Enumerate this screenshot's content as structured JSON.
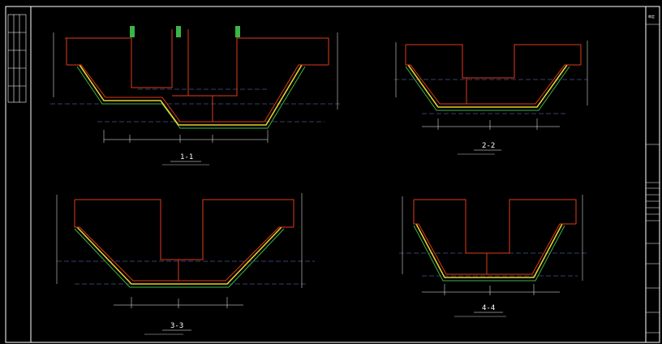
{
  "sheet": {
    "background": "#000000",
    "colors": {
      "concrete": "#e23a1a",
      "rebar": "#e8d12a",
      "cushion": "#3ab54a",
      "dim": "#ffffff",
      "axis": "#6a7fd0",
      "frame": "#ffffff"
    },
    "title_block_top": "审定"
  },
  "sections": [
    {
      "id": "1-1",
      "label": "1-1",
      "note": ""
    },
    {
      "id": "2-2",
      "label": "2-2",
      "note": ""
    },
    {
      "id": "3-3",
      "label": "3-3",
      "note": ""
    },
    {
      "id": "4-4",
      "label": "4-4",
      "note": ""
    }
  ]
}
